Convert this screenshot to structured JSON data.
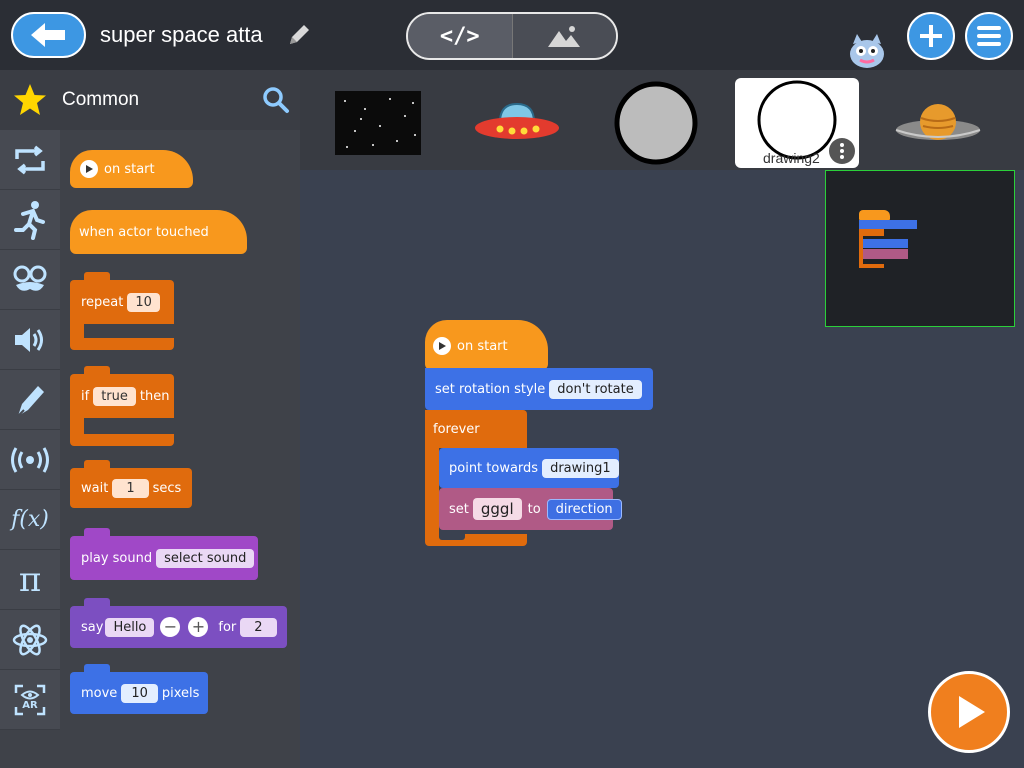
{
  "header": {
    "project_title": "super space atta",
    "toggle": {
      "code_label": "</>"
    }
  },
  "palette": {
    "category_title": "Common",
    "categories": [
      {
        "icon": "repeat-icon"
      },
      {
        "icon": "running-man-icon"
      },
      {
        "icon": "disguise-icon"
      },
      {
        "icon": "speaker-icon"
      },
      {
        "icon": "pen-icon"
      },
      {
        "icon": "broadcast-icon"
      },
      {
        "icon": "function-icon",
        "text": "f(x)"
      },
      {
        "icon": "pi-icon",
        "text": "π"
      },
      {
        "icon": "atom-icon"
      },
      {
        "icon": "ar-icon",
        "text": "AR"
      }
    ],
    "blocks": {
      "on_start": "on start",
      "when_touched": "when actor touched",
      "repeat": {
        "label": "repeat",
        "value": "10"
      },
      "if": {
        "label": "if",
        "cond": "true",
        "then": "then"
      },
      "wait": {
        "label": "wait",
        "value": "1",
        "unit": "secs"
      },
      "play_sound": {
        "label": "play sound",
        "value": "select sound"
      },
      "say": {
        "label": "say",
        "value": "Hello",
        "for": "for",
        "secs": "2"
      },
      "move": {
        "label": "move",
        "value": "10",
        "unit": "pixels"
      }
    }
  },
  "actors": {
    "selected_label": "drawing2"
  },
  "script": {
    "on_start": "on start",
    "set_rotation": {
      "label": "set rotation style",
      "value": "don't rotate"
    },
    "forever": "forever",
    "point_towards": {
      "label": "point towards",
      "value": "drawing1"
    },
    "set_var": {
      "label": "set",
      "var": "gggl",
      "to": "to",
      "value": "direction"
    }
  },
  "colors": {
    "event_orange": "#f8981d",
    "control_orange": "#e06b0d",
    "motion_blue": "#3d71e6",
    "looks_purple": "#8a4fc6",
    "sound_purple": "#a048c7",
    "variable_pink": "#b05a86",
    "accent_blue": "#3d97e3"
  }
}
